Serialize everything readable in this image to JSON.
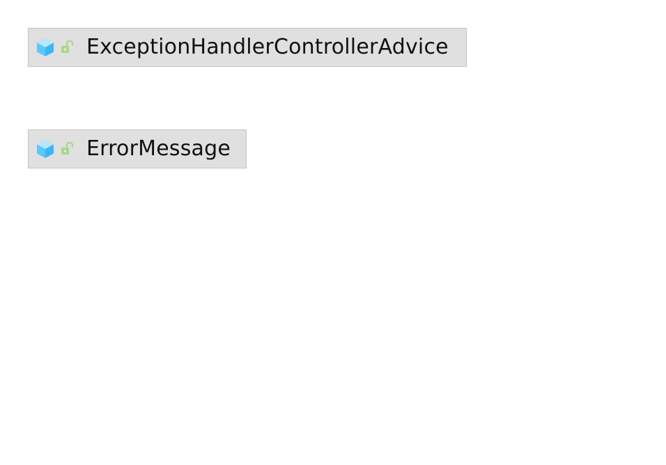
{
  "colors": {
    "node_background": "#e0e0e0",
    "node_border": "#c2c2c2",
    "class_icon": "#5ac8fa",
    "class_icon_light": "#b8e6fd",
    "visibility_icon": "#a8d88c",
    "text": "#111111"
  },
  "classes": [
    {
      "name": "ExceptionHandlerControllerAdvice",
      "icon": "class-icon",
      "visibility": "public",
      "visibility_icon": "unlocked-padlock-icon"
    },
    {
      "name": "ErrorMessage",
      "icon": "class-icon",
      "visibility": "public",
      "visibility_icon": "unlocked-padlock-icon"
    }
  ]
}
